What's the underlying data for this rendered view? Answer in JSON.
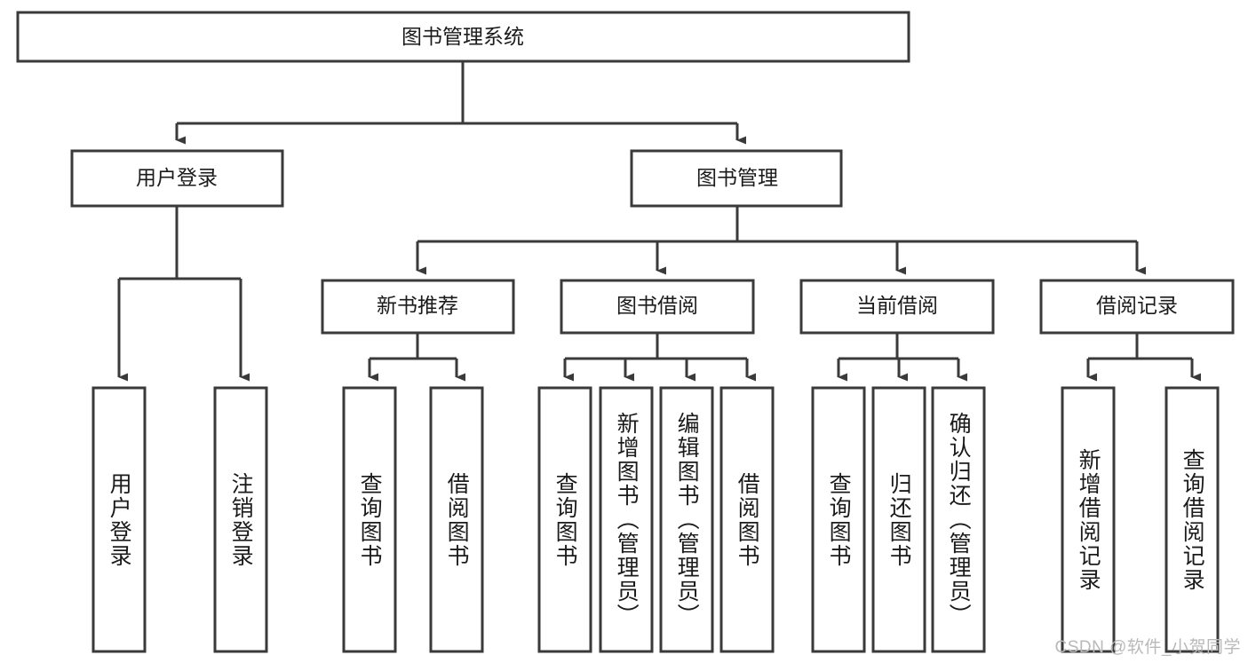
{
  "diagram": {
    "type": "tree-hierarchy",
    "title": "图书管理系统",
    "root": {
      "label": "图书管理系统"
    },
    "level2": [
      {
        "label": "用户登录"
      },
      {
        "label": "图书管理"
      }
    ],
    "level3": [
      {
        "label": "新书推荐"
      },
      {
        "label": "图书借阅"
      },
      {
        "label": "当前借阅"
      },
      {
        "label": "借阅记录"
      }
    ],
    "leaves": {
      "user_login": [
        {
          "label": "用户登录"
        },
        {
          "label": "注销登录"
        }
      ],
      "new_book_recommend": [
        {
          "label": "查询图书"
        },
        {
          "label": "借阅图书"
        }
      ],
      "book_borrow": [
        {
          "label": "查询图书"
        },
        {
          "label": "新增图书（管理员）"
        },
        {
          "label": "编辑图书（管理员）"
        },
        {
          "label": "借阅图书"
        }
      ],
      "current_borrow": [
        {
          "label": "查询图书"
        },
        {
          "label": "归还图书"
        },
        {
          "label": "确认归还（管理员）"
        }
      ],
      "borrow_record": [
        {
          "label": "新增借阅记录"
        },
        {
          "label": "查询借阅记录"
        }
      ]
    }
  },
  "watermark": {
    "text": "CSDN @软件_小贺同学"
  },
  "colors": {
    "box_stroke": "#3a3a3a",
    "box_fill": "#ffffff",
    "text": "#1b1b1b",
    "watermark": "#b9b9b9",
    "background": "#ffffff"
  }
}
